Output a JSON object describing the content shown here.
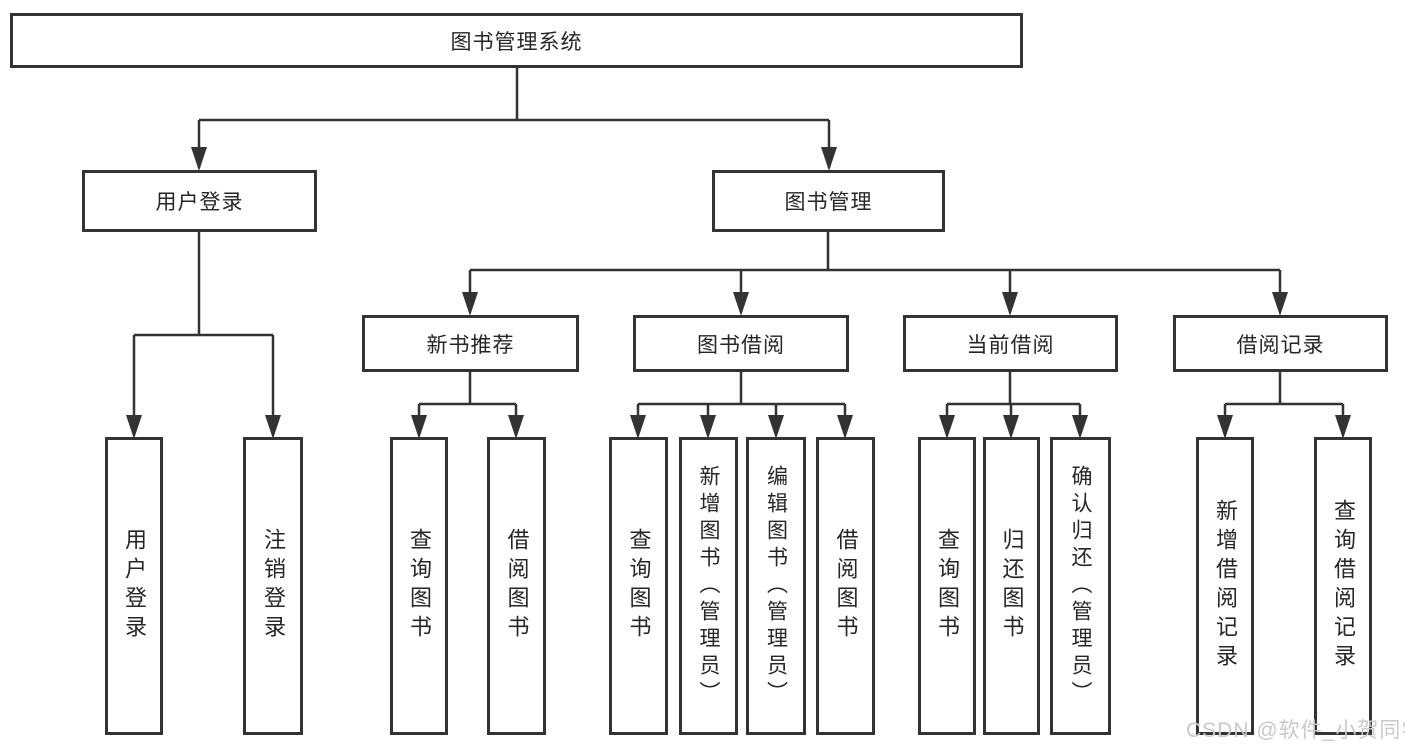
{
  "diagram": {
    "title": "图书管理系统",
    "nodes": {
      "root": "图书管理系统",
      "user_login": "用户登录",
      "book_management": "图书管理",
      "new_book_recommend": "新书推荐",
      "book_borrowing": "图书借阅",
      "current_borrowing": "当前借阅",
      "borrowing_records": "借阅记录",
      "leaf_user_login": "用户登录",
      "leaf_logout": "注销登录",
      "leaf_recommend_query_books": "查询图书",
      "leaf_recommend_borrow_books": "借阅图书",
      "leaf_borrowing_query_books": "查询图书",
      "leaf_borrowing_add_books": "新增图书（管理员）",
      "leaf_borrowing_edit_books": "编辑图书（管理员）",
      "leaf_borrowing_borrow_books": "借阅图书",
      "leaf_current_query_books": "查询图书",
      "leaf_current_return_books": "归还图书",
      "leaf_current_confirm_return": "确认归还（管理员）",
      "leaf_records_add_record": "新增借阅记录",
      "leaf_records_query_record": "查询借阅记录"
    },
    "colors": {
      "line": "#333333",
      "text": "#262626",
      "watermark": "#c9c9c9",
      "background": "#ffffff"
    }
  },
  "watermark": "CSDN @软件_小贺同学"
}
